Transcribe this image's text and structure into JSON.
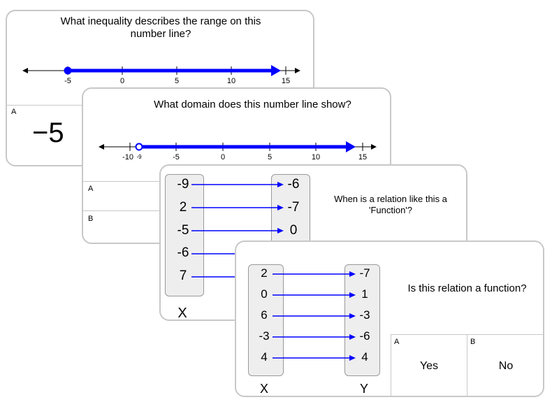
{
  "card1": {
    "question": "What inequality describes the range on this number line?",
    "ticks": [
      "-5",
      "0",
      "5",
      "10",
      "15"
    ],
    "option_a_label": "A",
    "option_a_value": "−5"
  },
  "card2": {
    "question": "What domain does this number line show?",
    "ticks": [
      "-10",
      "-5",
      "0",
      "5",
      "10",
      "15"
    ],
    "minor_label": "-9",
    "option_a_label": "A",
    "option_b_label": "B"
  },
  "card3": {
    "question": "When is a relation like this a 'Function'?",
    "x_values": [
      "-9",
      "2",
      "-5",
      "-6",
      "7"
    ],
    "y_values": [
      "-6",
      "-7",
      "0"
    ],
    "x_axis": "X"
  },
  "card4": {
    "question": "Is this relation a function?",
    "x_values": [
      "2",
      "0",
      "6",
      "-3",
      "4"
    ],
    "y_values": [
      "-7",
      "1",
      "-3",
      "-6",
      "4"
    ],
    "x_axis": "X",
    "y_axis": "Y",
    "option_a_label": "A",
    "option_a_text": "Yes",
    "option_b_label": "B",
    "option_b_text": "No"
  },
  "colors": {
    "line": "#0000ff",
    "border": "#c8c8c8",
    "pill": "#eeeeee"
  }
}
